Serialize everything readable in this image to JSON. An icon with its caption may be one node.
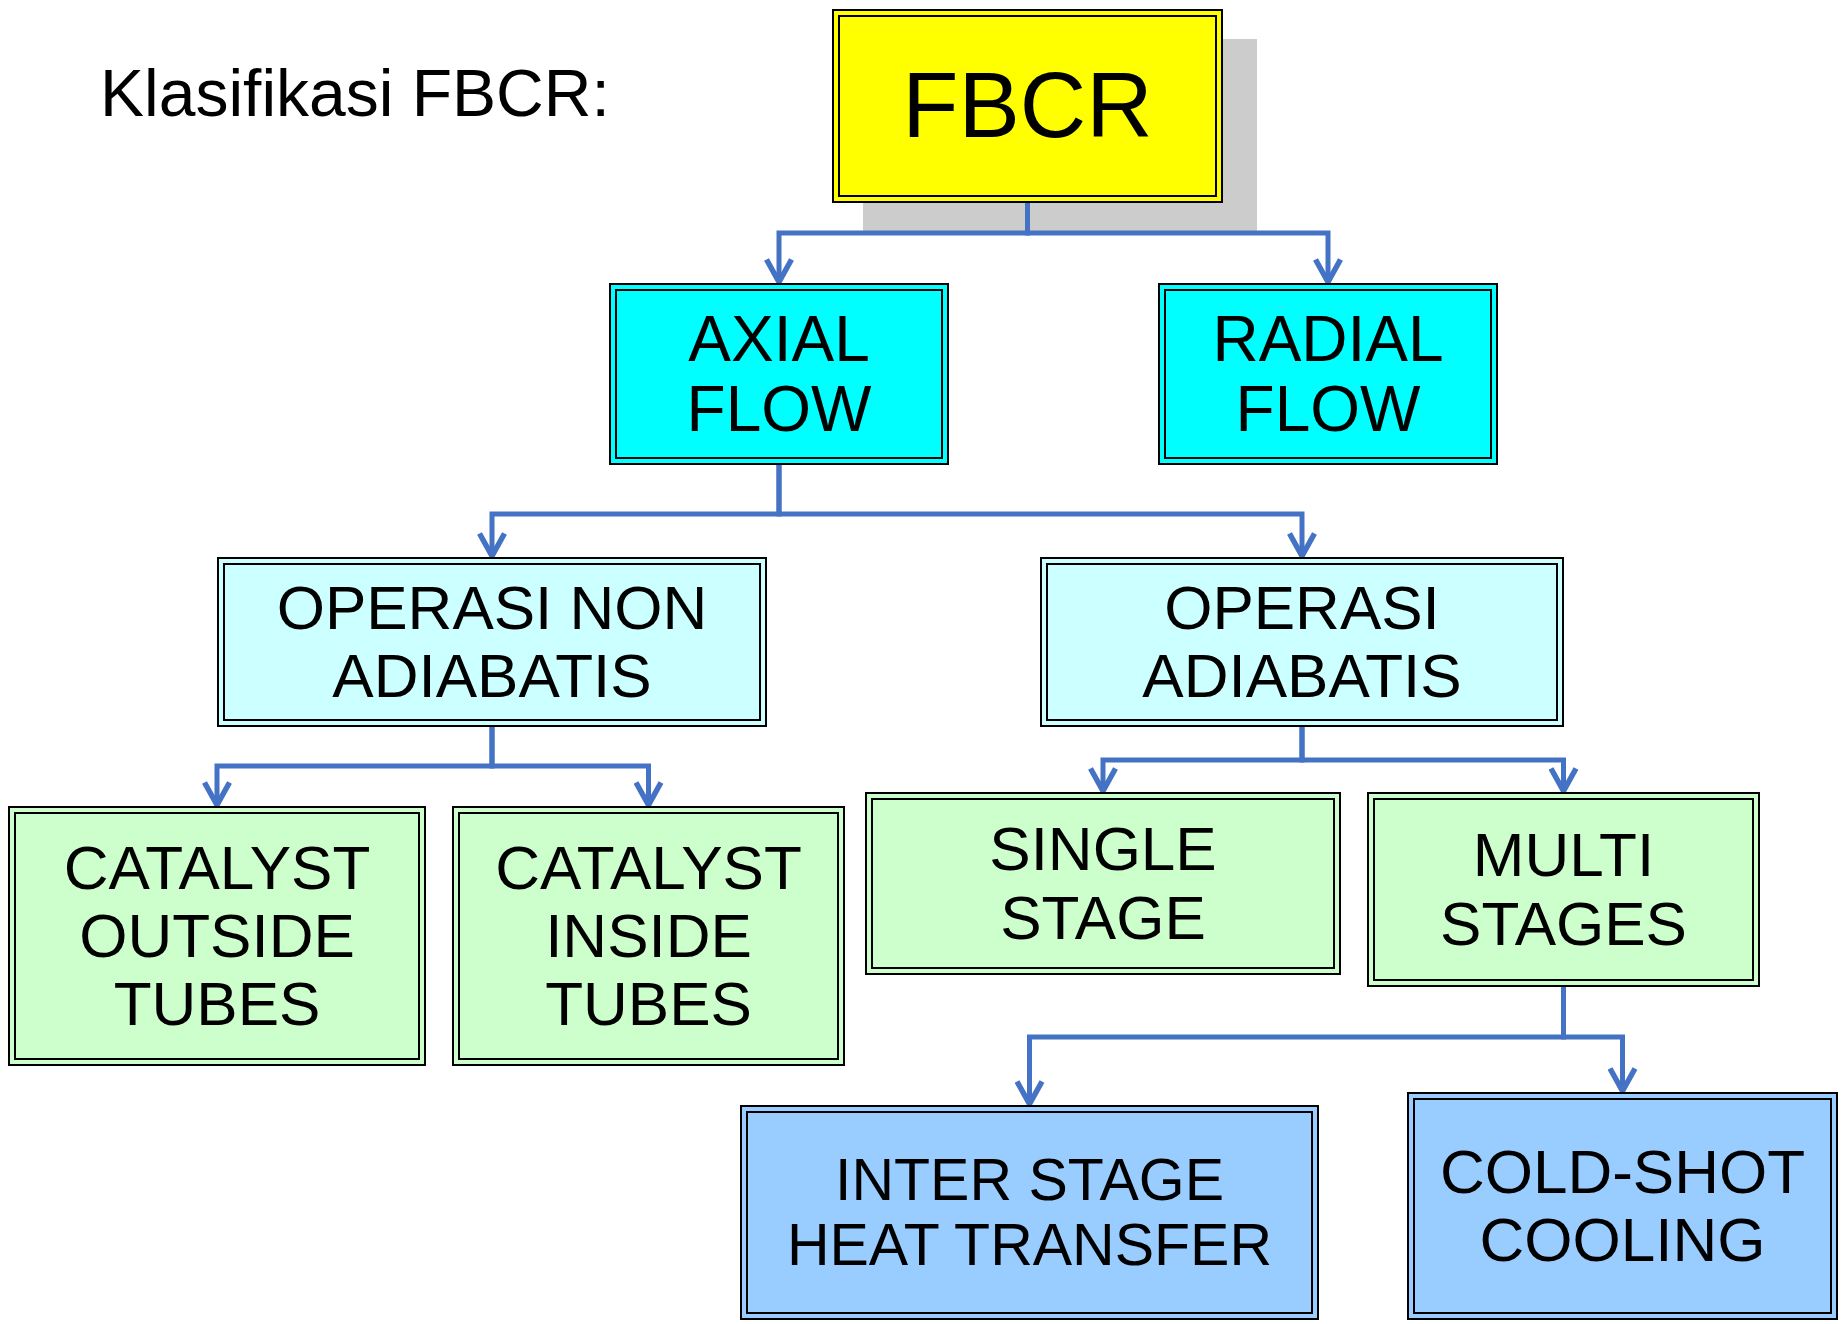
{
  "diagram": {
    "title": "Klasifikasi FBCR:",
    "nodes": [
      {
        "text": [
          "FBCR"
        ]
      },
      {
        "text": [
          "AXIAL FLOW"
        ]
      },
      {
        "text": [
          "RADIAL FLOW"
        ]
      },
      {
        "text": [
          "OPERASI NON ADIABATIS"
        ]
      },
      {
        "text": [
          "OPERASI ADIABATIS"
        ]
      },
      {
        "text": [
          "CATALYST OUTSIDE TUBES"
        ]
      },
      {
        "text": [
          "CATALYST INSIDE TUBES"
        ]
      },
      {
        "text": [
          "SINGLE STAGE"
        ]
      },
      {
        "text": [
          "MULTI STAGES"
        ]
      },
      {
        "text": [
          "INTER STAGE HEAT TRANSFER"
        ]
      },
      {
        "text": [
          "COLD-SHOT COOLING"
        ]
      }
    ],
    "edges": [
      {
        "from": 0,
        "to": 1,
        "arrow": "to"
      },
      {
        "from": 0,
        "to": 2,
        "arrow": "to"
      },
      {
        "from": 1,
        "to": 3,
        "arrow": "to"
      },
      {
        "from": 1,
        "to": 4,
        "arrow": "to"
      },
      {
        "from": 3,
        "to": 5,
        "arrow": "to"
      },
      {
        "from": 3,
        "to": 6,
        "arrow": "to"
      },
      {
        "from": 4,
        "to": 7,
        "arrow": "to"
      },
      {
        "from": 4,
        "to": 8,
        "arrow": "to"
      },
      {
        "from": 8,
        "to": 9,
        "arrow": "to"
      },
      {
        "from": 8,
        "to": 10,
        "arrow": "to"
      }
    ]
  }
}
